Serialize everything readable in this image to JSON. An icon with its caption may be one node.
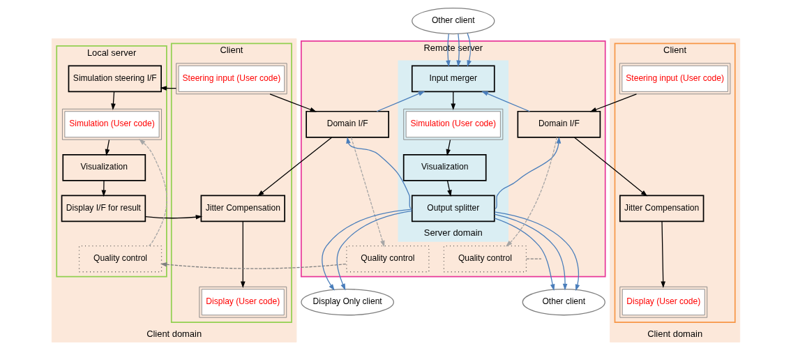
{
  "diagram": {
    "nodes": [
      {
        "text": [
          "Client domain"
        ]
      },
      {
        "text": [
          "Local server"
        ],
        "in": 0
      },
      {
        "text": [
          "Simulation steering I/F"
        ],
        "in": 1
      },
      {
        "text": [
          "Simulation (User code)"
        ],
        "in": 1
      },
      {
        "text": [
          "Visualization"
        ],
        "in": 1
      },
      {
        "text": [
          "Display I/F for result"
        ],
        "in": 1
      },
      {
        "text": [
          "Quality control"
        ],
        "in": 1
      },
      {
        "text": [
          "Client"
        ],
        "in": 0
      },
      {
        "text": [
          "Steering input (User code)"
        ],
        "in": 7
      },
      {
        "text": [
          "Jitter Compensation"
        ],
        "in": 7
      },
      {
        "text": [
          "Display (User code)"
        ],
        "in": 7
      },
      {
        "text": [
          "Remote server"
        ]
      },
      {
        "text": [
          "Domain I/F"
        ],
        "in": 11
      },
      {
        "text": [
          "Quality control"
        ],
        "in": 11
      },
      {
        "text": [
          "Server domain"
        ],
        "in": 11
      },
      {
        "text": [
          "Input merger"
        ],
        "in": 14
      },
      {
        "text": [
          "Simulation (User code)"
        ],
        "in": 14
      },
      {
        "text": [
          "Visualization"
        ],
        "in": 14
      },
      {
        "text": [
          "Output splitter"
        ],
        "in": 14
      },
      {
        "text": [
          "Domain I/F"
        ],
        "in": 11
      },
      {
        "text": [
          "Quality control"
        ],
        "in": 11
      },
      {
        "text": [
          "Client domain"
        ]
      },
      {
        "text": [
          "Client"
        ],
        "in": 21
      },
      {
        "text": [
          "Steering input (User code)"
        ],
        "in": 22
      },
      {
        "text": [
          "Jitter Compensation"
        ],
        "in": 22
      },
      {
        "text": [
          "Display (User code)"
        ],
        "in": 22
      },
      {
        "text": [
          "Other client"
        ]
      },
      {
        "text": [
          "Display Only client"
        ]
      },
      {
        "text": [
          "Other client"
        ]
      }
    ],
    "edges": [
      {
        "from": 8,
        "to": 2,
        "arrow": "to"
      },
      {
        "from": 2,
        "to": 3,
        "arrow": "to"
      },
      {
        "from": 3,
        "to": 4,
        "arrow": "to"
      },
      {
        "from": 4,
        "to": 5,
        "arrow": "to"
      },
      {
        "from": 5,
        "to": 9,
        "arrow": "to"
      },
      {
        "from": 6,
        "to": 3,
        "arrow": "to",
        "style": "dashed",
        "color": "#a6a6a6"
      },
      {
        "from": 8,
        "to": 12,
        "arrow": "to"
      },
      {
        "from": 12,
        "to": 9,
        "arrow": "to"
      },
      {
        "from": 9,
        "to": 10,
        "arrow": "to"
      },
      {
        "from": 12,
        "to": 13,
        "arrow": "to",
        "style": "dashed",
        "color": "#a6a6a6"
      },
      {
        "from": 13,
        "to": 6,
        "arrow": "to",
        "style": "dashed",
        "color": "#808080"
      },
      {
        "from": 12,
        "to": 15,
        "arrow": "to",
        "color": "#4a7ebb"
      },
      {
        "from": 18,
        "to": 12,
        "arrow": "to",
        "color": "#4a7ebb"
      },
      {
        "from": 15,
        "to": 16,
        "arrow": "to"
      },
      {
        "from": 16,
        "to": 17,
        "arrow": "to"
      },
      {
        "from": 17,
        "to": 18,
        "arrow": "to"
      },
      {
        "from": 19,
        "to": 15,
        "arrow": "to",
        "color": "#4a7ebb"
      },
      {
        "from": 18,
        "to": 19,
        "arrow": "to",
        "color": "#4a7ebb"
      },
      {
        "from": 26,
        "to": 15,
        "arrow": "to",
        "color": "#4a7ebb"
      },
      {
        "from": 26,
        "to": 15,
        "arrow": "to",
        "color": "#4a7ebb"
      },
      {
        "from": 26,
        "to": 15,
        "arrow": "to",
        "color": "#4a7ebb"
      },
      {
        "from": 18,
        "to": 27,
        "arrow": "to",
        "color": "#4a7ebb"
      },
      {
        "from": 18,
        "to": 27,
        "arrow": "to",
        "color": "#4a7ebb"
      },
      {
        "from": 18,
        "to": 28,
        "arrow": "to",
        "color": "#4a7ebb"
      },
      {
        "from": 18,
        "to": 28,
        "arrow": "to",
        "color": "#4a7ebb"
      },
      {
        "from": 18,
        "to": 28,
        "arrow": "to",
        "color": "#4a7ebb"
      },
      {
        "from": 23,
        "to": 19,
        "arrow": "to"
      },
      {
        "from": 19,
        "to": 24,
        "arrow": "to"
      },
      {
        "from": 24,
        "to": 25,
        "arrow": "to"
      },
      {
        "from": 19,
        "to": 20,
        "arrow": "to",
        "style": "dashed",
        "color": "#a6a6a6"
      },
      {
        "from": 20,
        "to": null,
        "arrow": "none",
        "style": "dashed",
        "color": "#808080"
      }
    ]
  }
}
